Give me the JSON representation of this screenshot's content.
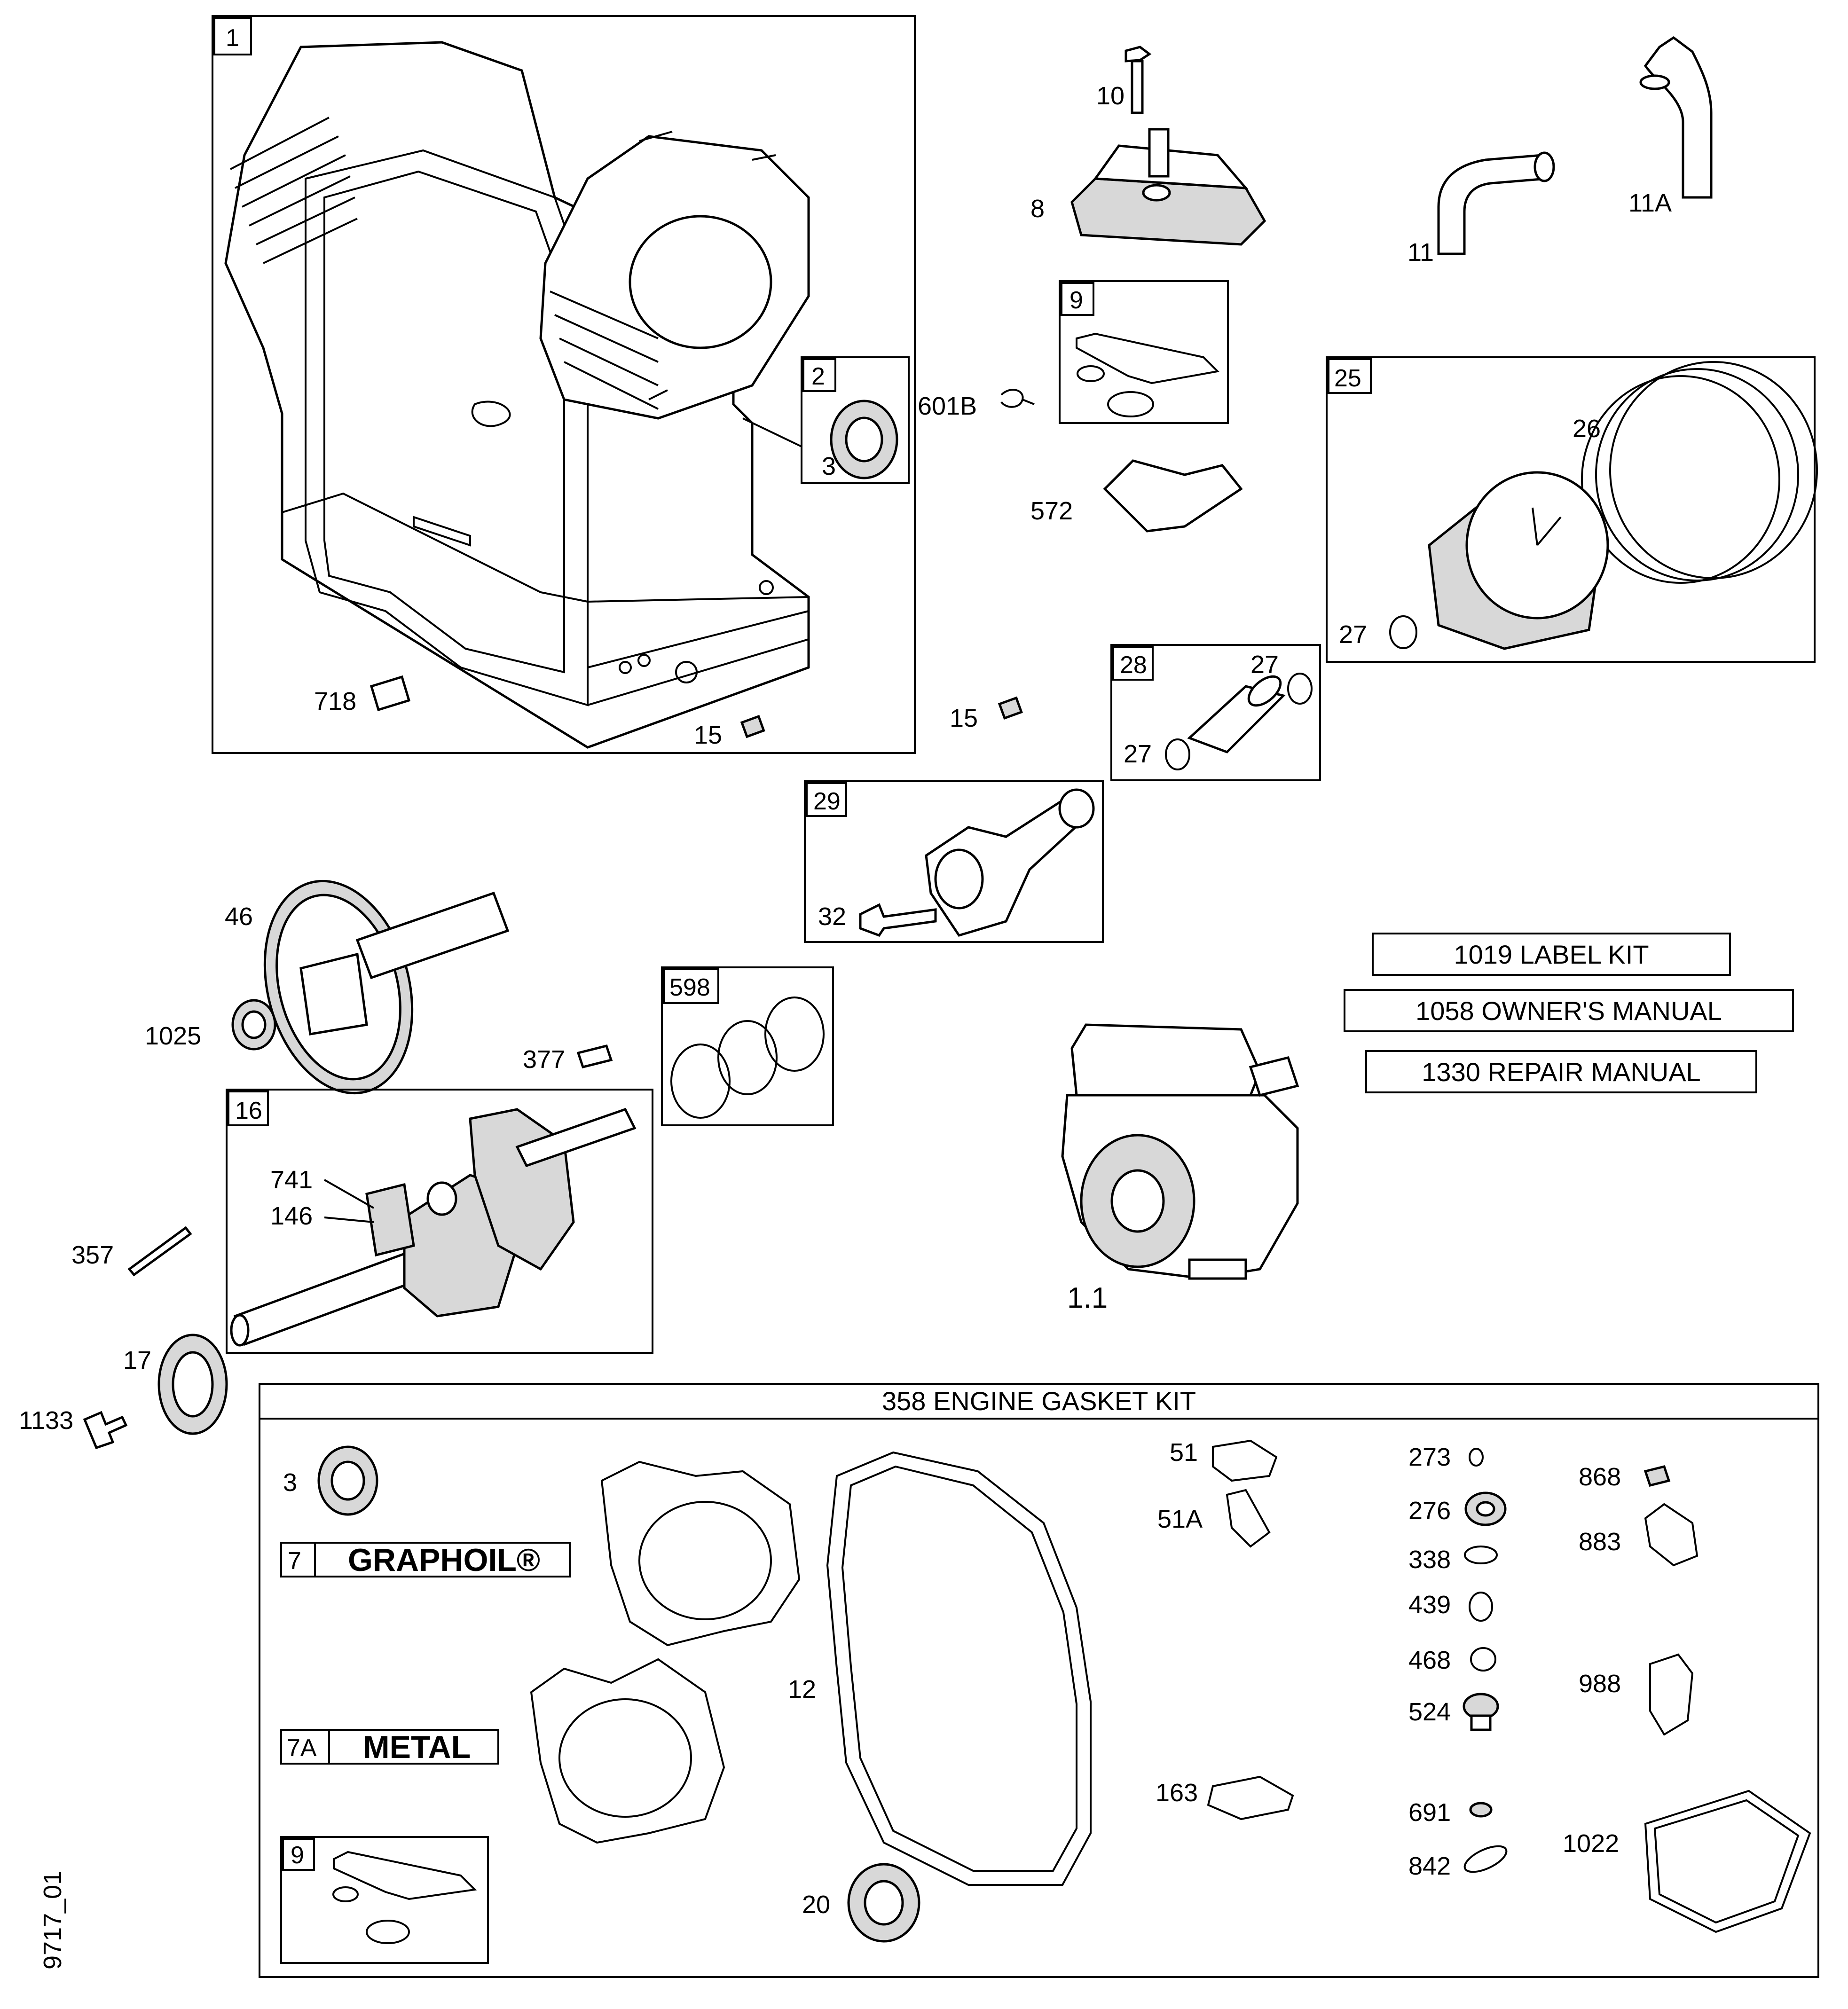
{
  "diagram_id": "9717_01",
  "callout_boxes": {
    "crankcase": "1",
    "seal_box": "2",
    "breather_gasket_box": "9",
    "piston_ring_box": "25",
    "pin_box": "28",
    "rod_box": "29",
    "oring_box": "598",
    "crankshaft_box": "16",
    "gasket_kit_gasket_box": "9"
  },
  "labels": {
    "p3": "3",
    "p718": "718",
    "p15a": "15",
    "p15b": "15",
    "p10": "10",
    "p8": "8",
    "p601b": "601B",
    "p572": "572",
    "p11": "11",
    "p11a": "11A",
    "p26": "26",
    "p27a": "27",
    "p27b": "27",
    "p27c": "27",
    "p32": "32",
    "p46": "46",
    "p1025": "1025",
    "p377": "377",
    "p741": "741",
    "p146": "146",
    "p357": "357",
    "p17": "17",
    "p1133": "1133",
    "p1_1": "1.1"
  },
  "kits": {
    "label_kit": "1019 LABEL KIT",
    "owners_manual": "1058 OWNER'S MANUAL",
    "repair_manual": "1330 REPAIR MANUAL"
  },
  "gasket_kit": {
    "title": "358 ENGINE GASKET KIT",
    "p3": "3",
    "p7": "7",
    "graphoil": "GRAPHOIL®",
    "p7a": "7A",
    "metal": "METAL",
    "p12": "12",
    "p20": "20",
    "p51": "51",
    "p51a": "51A",
    "p163": "163",
    "p273": "273",
    "p276": "276",
    "p338": "338",
    "p439": "439",
    "p468": "468",
    "p524": "524",
    "p691": "691",
    "p842": "842",
    "p868": "868",
    "p883": "883",
    "p988": "988",
    "p1022": "1022"
  }
}
